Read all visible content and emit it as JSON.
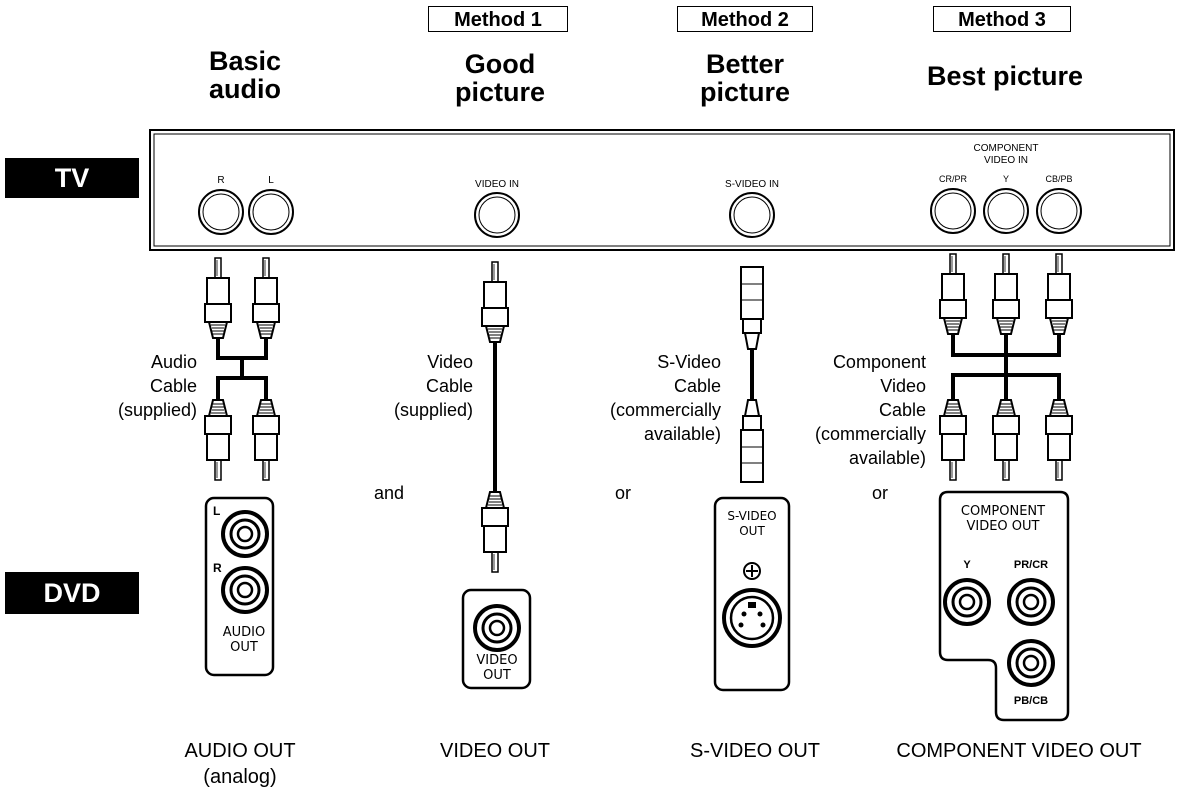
{
  "methods": [
    {
      "label": "Method 1"
    },
    {
      "label": "Method 2"
    },
    {
      "label": "Method 3"
    }
  ],
  "headings": [
    {
      "line1": "Basic",
      "line2": "audio"
    },
    {
      "line1": "Good",
      "line2": "picture"
    },
    {
      "line1": "Better",
      "line2": "picture"
    },
    {
      "line1": "Best picture",
      "line2": ""
    }
  ],
  "side_labels": {
    "tv": "TV",
    "dvd": "DVD"
  },
  "tv_panel": {
    "audio_r": "R",
    "audio_l": "L",
    "video_in": "VIDEO IN",
    "s_video_in": "S-VIDEO IN",
    "component_line1": "COMPONENT",
    "component_line2": "VIDEO IN",
    "cr_pr": "CR/PR",
    "y": "Y",
    "cb_pb": "CB/PB"
  },
  "cables": {
    "audio": [
      "Audio",
      "Cable",
      "(supplied)"
    ],
    "video": [
      "Video",
      "Cable",
      "(supplied)"
    ],
    "svideo": [
      "S-Video",
      "Cable",
      "(commercially",
      "available)"
    ],
    "component": [
      "Component",
      "Video",
      "Cable",
      "(commercially",
      "available)"
    ]
  },
  "conjunctions": {
    "and": "and",
    "or1": "or",
    "or2": "or"
  },
  "dvd_panel": {
    "audio_l": "L",
    "audio_r": "R",
    "audio_out_line1": "AUDIO",
    "audio_out_line2": "OUT",
    "video_out_line1": "VIDEO",
    "video_out_line2": "OUT",
    "svideo_out_line1": "S-VIDEO",
    "svideo_out_line2": "OUT",
    "component_line1": "COMPONENT",
    "component_line2": "VIDEO OUT",
    "y": "Y",
    "pr_cr": "PR/CR",
    "pb_cb": "PB/CB"
  },
  "captions": {
    "audio_line1": "AUDIO OUT",
    "audio_line2": "(analog)",
    "video": "VIDEO OUT",
    "svideo": "S-VIDEO OUT",
    "component": "COMPONENT VIDEO OUT"
  }
}
